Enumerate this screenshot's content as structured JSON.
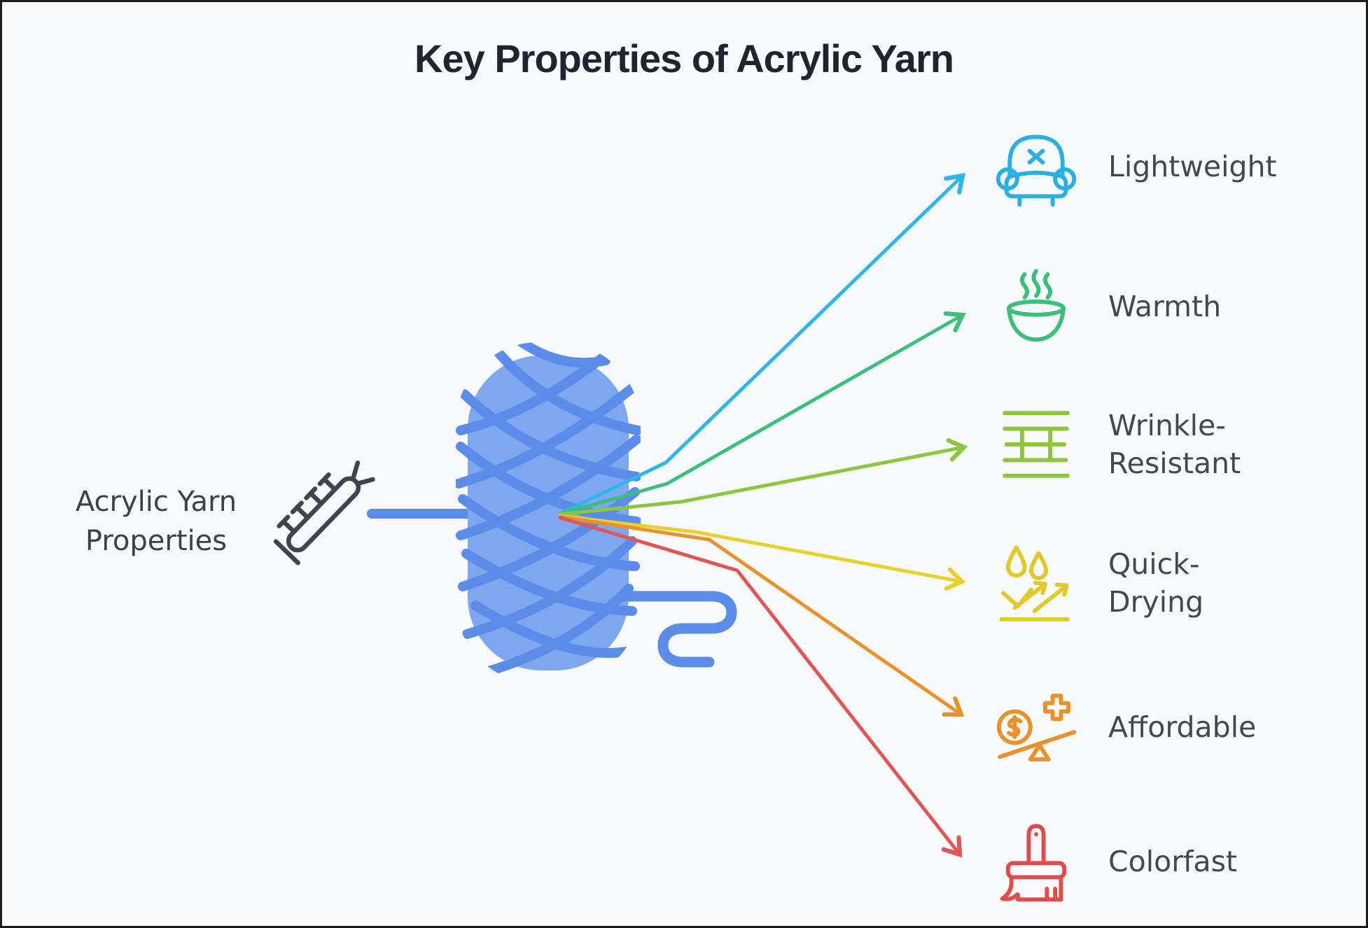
{
  "title": "Key Properties of Acrylic Yarn",
  "background_color": "#f8f9fb",
  "source": {
    "label_line1": "Acrylic Yarn",
    "label_line2": "Properties",
    "icon": "knitting-needle-icon",
    "icon_color": "#3f4450"
  },
  "center": {
    "icon": "yarn-skein-icon",
    "body_color": "#7fa7f0",
    "strand_color": "#5b8cea"
  },
  "properties": [
    {
      "label": "Lightweight",
      "icon": "armchair-icon",
      "color": "#2eb5e9"
    },
    {
      "label": "Warmth",
      "icon": "steaming-bowl-icon",
      "color": "#3dbe7d"
    },
    {
      "label": "Wrinkle-Resistant",
      "icon": "fabric-weave-icon",
      "color": "#8cc63f"
    },
    {
      "label": "Quick-Drying",
      "icon": "drying-drops-icon",
      "color": "#e0ca2b"
    },
    {
      "label": "Affordable",
      "icon": "price-balance-icon",
      "color": "#e8912d"
    },
    {
      "label": "Colorfast",
      "icon": "paintbrush-icon",
      "color": "#e04b4b"
    }
  ],
  "text_color": "#43484f",
  "title_color": "#1f2430"
}
